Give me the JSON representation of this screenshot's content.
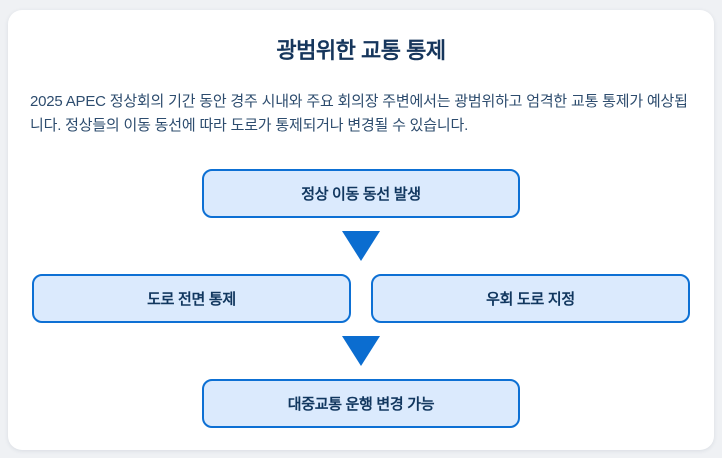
{
  "page": {
    "title": "광범위한 교통 통제",
    "description": "2025 APEC 정상회의 기간 동안 경주 시내와 주요 회의장 주변에서는 광범위하고 엄격한 교통 통제가 예상됩니다. 정상들의 이동 동선에 따라 도로가 통제되거나 변경될 수 있습니다."
  },
  "flow": {
    "step1": "정상 이동 동선 발생",
    "step2a": "도로 전면 통제",
    "step2b": "우회 도로 지정",
    "step3": "대중교통 운행 변경 가능"
  },
  "colors": {
    "title": "#16365c",
    "body_text": "#2d4c6e",
    "node_fill": "#dbeafd",
    "node_border": "#0d70d4",
    "node_text": "#11375f",
    "arrow": "#0b6dd0",
    "card_bg": "#ffffff",
    "page_bg": "#eff1f4"
  }
}
